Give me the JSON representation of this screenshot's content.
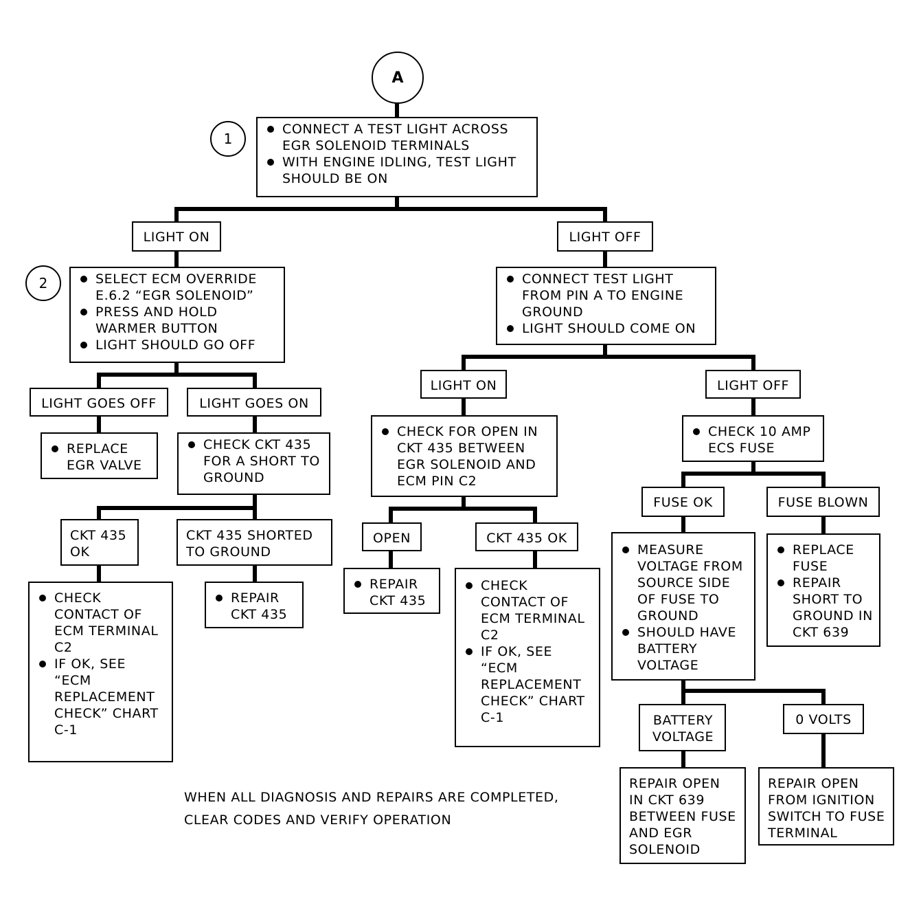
{
  "start": "A",
  "steps": [
    "1",
    "2"
  ],
  "nodes": {
    "test1": [
      "CONNECT A TEST LIGHT ACROSS EGR SOLENOID TERMINALS",
      "WITH ENGINE IDLING, TEST LIGHT SHOULD BE ON"
    ],
    "light_on_1": "LIGHT ON",
    "light_off_1": "LIGHT OFF",
    "test2": [
      "SELECT ECM OVERRIDE E.6.2 “EGR SOLENOID”",
      "PRESS AND HOLD WARMER BUTTON",
      "LIGHT SHOULD GO OFF"
    ],
    "light_goes_off": "LIGHT GOES OFF",
    "light_goes_on": "LIGHT GOES ON",
    "replace_egr": [
      "REPLACE EGR VALVE"
    ],
    "check_short": [
      "CHECK CKT 435 FOR A SHORT TO GROUND"
    ],
    "ckt_ok": "CKT 435 OK",
    "ckt_shorted": "CKT 435 SHORTED TO GROUND",
    "check_contact_1": [
      "CHECK CONTACT OF ECM TERMINAL C2",
      "IF OK, SEE “ECM REPLACEMENT CHECK” CHART C-1"
    ],
    "repair_435_a": [
      "REPAIR CKT 435"
    ],
    "test_pin_a": [
      "CONNECT TEST LIGHT FROM PIN A TO ENGINE GROUND",
      "LIGHT SHOULD COME ON"
    ],
    "light_on_2": "LIGHT ON",
    "light_off_2": "LIGHT OFF",
    "check_open": [
      "CHECK FOR OPEN IN CKT 435 BETWEEN EGR SOLENOID AND ECM PIN C2"
    ],
    "open": "OPEN",
    "ckt_ok_2": "CKT 435 OK",
    "repair_435_b": [
      "REPAIR CKT 435"
    ],
    "check_contact_2": [
      "CHECK CONTACT OF ECM TERMINAL C2",
      "IF OK, SEE “ECM REPLACEMENT CHECK” CHART C-1"
    ],
    "check_fuse": [
      "CHECK 10 AMP ECS FUSE"
    ],
    "fuse_ok": "FUSE OK",
    "fuse_blown": "FUSE BLOWN",
    "measure": [
      "MEASURE VOLTAGE FROM SOURCE SIDE OF FUSE TO GROUND",
      "SHOULD HAVE BATTERY VOLTAGE"
    ],
    "replace_fuse": [
      "REPLACE FUSE",
      "REPAIR SHORT TO GROUND IN CKT 639"
    ],
    "battery_voltage": "BATTERY VOLTAGE",
    "zero_volts": "0 VOLTS",
    "repair_639": "REPAIR OPEN IN CKT 639 BETWEEN FUSE AND EGR SOLENOID",
    "repair_ign": "REPAIR OPEN FROM IGNITION SWITCH TO FUSE TERMINAL"
  },
  "footer": [
    "WHEN ALL DIAGNOSIS AND REPAIRS ARE COMPLETED,",
    "CLEAR CODES AND VERIFY OPERATION"
  ]
}
